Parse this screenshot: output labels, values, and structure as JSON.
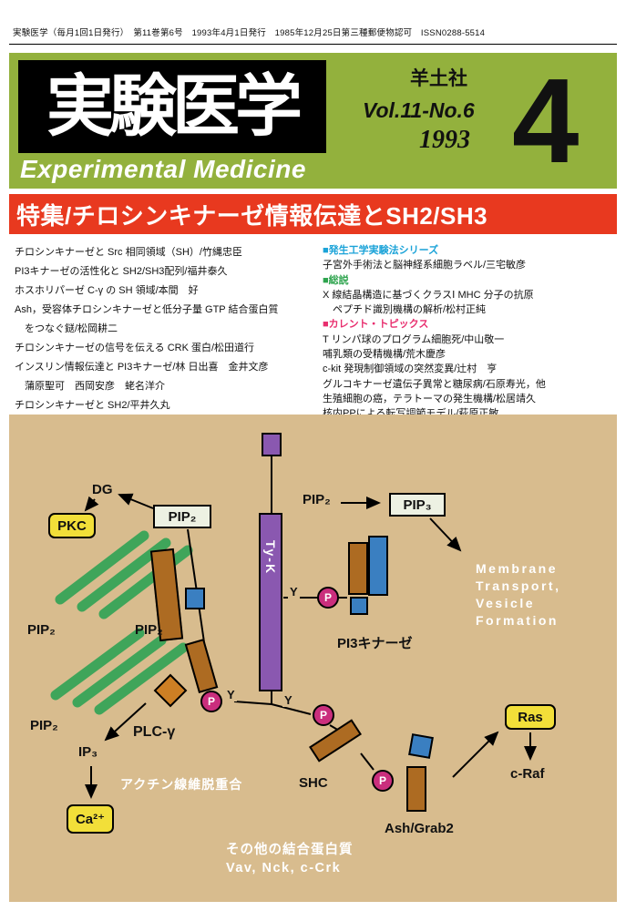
{
  "masthead": {
    "info_line": "実験医学（毎月1回1日発行）　第11巻第6号　1993年4月1日発行　1985年12月25日第三種郵便物認可　ISSN0288-5514",
    "title_ja": "実験医学",
    "title_en": "Experimental Medicine",
    "publisher": "羊土社",
    "volume": "Vol.11-No.6",
    "year": "1993",
    "issue_number": "4"
  },
  "feature_banner": {
    "text": "特集/チロシンキナーゼ情報伝達とSH2/SH3"
  },
  "toc": {
    "left": [
      "チロシンキナーゼと Src 相同領域（SH）/竹縄忠臣",
      "PI3キナーゼの活性化と SH2/SH3配列/福井泰久",
      "ホスホリパーゼ C-γ の SH 領域/本間　好",
      "Ash，受容体チロシンキナーゼと低分子量 GTP 結合蛋白質",
      "　をつなぐ鎹/松岡耕二",
      "チロシンキナーゼの信号を伝える CRK 蛋白/松田道行",
      "インスリン情報伝達と PI3キナーゼ/林 日出喜　金井文彦",
      "　蒲原聖可　西岡安彦　蛯名洋介",
      "チロシンキナーゼと SH2/平井久丸"
    ],
    "right": [
      "■発生工学実験法シリーズ",
      "子宮外手術法と脳神経系細胞ラベル/三宅敏彦",
      "■総説",
      "X 線結晶構造に基づくクラスⅠ MHC 分子の抗原",
      "　ペプチド識別機構の解析/松村正純",
      "■カレント・トピックス",
      "T リンパ球のプログラム細胞死/中山敬一",
      "哺乳類の受精機構/荒木慶彦",
      "c-kit 発現制御領域の突然変異/辻村　亨",
      "グルコキナーゼ遺伝子異常と糖尿病/石原寿光，他",
      "生殖細胞の癌，テラトーマの発生機構/松居靖久",
      "核内PPによる転写調節モデル/萩原正敏"
    ]
  },
  "diagram": {
    "dg_label": "DG",
    "pkc_label": "PKC",
    "pip2_label": "PIP₂",
    "pip3_label": "PIP₃",
    "tyk_label": "Ty-K",
    "pi3k_label": "PI3キナーゼ",
    "membrane_lines": [
      "Membrane",
      "Transport,",
      "Vesicle",
      "Formation"
    ],
    "ras_label": "Ras",
    "craf_label": "c-Raf",
    "plc_label": "PLC-γ",
    "ip3_label": "IP₃",
    "ca_label": "Ca²⁺",
    "actin_caption": "アクチン線維脱重合",
    "shc_label": "SHC",
    "ash_label": "Ash/Grab2",
    "other_caption": "その他の結合蛋白質",
    "other_examples": "Vav, Nck, c-Crk",
    "phospho": "P",
    "tyrosine": "Y"
  },
  "colors": {
    "header_green": "#93b13d",
    "band_red": "#e8391f",
    "diagram_tan": "#d8bc8e",
    "series_blue": "#1ba3d8",
    "review_green": "#2ea44e",
    "topics_pink": "#e82e6e",
    "actin_green": "#3fa55a",
    "protein_brown": "#ad6b22",
    "domain_blue": "#3a7fc1",
    "receptor_purple": "#8a58b0",
    "phospho_pink": "#ca2e7d",
    "highlight_yellow": "#f2df39"
  }
}
